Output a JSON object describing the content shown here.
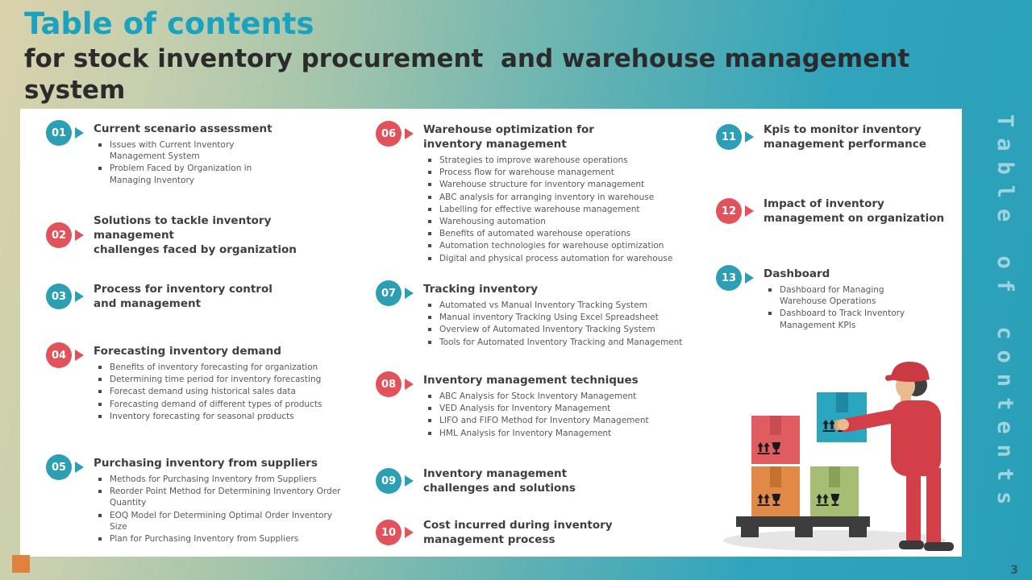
{
  "page": {
    "title": "Table of contents",
    "subtitle": "for stock inventory procurement  and warehouse management\nsystem",
    "side_text": "Table of contents",
    "page_number": "3"
  },
  "colors": {
    "teal_accent": "#2d9fb4",
    "red_accent": "#e2525b",
    "title_teal": "#1ba2be",
    "orange_square": "#e0813c",
    "heading_text": "#3f3f3f",
    "bullet_text": "#595959"
  },
  "icons": {
    "arrow": "right-triangle",
    "bullet": "small-square",
    "fragile": "two-up-arrows-and-glass",
    "illustration": "warehouse-worker-stacking-boxes-on-pallet"
  },
  "toc": {
    "items": [
      {
        "number": "01",
        "color": "teal",
        "title": "Current scenario assessment",
        "bullets": [
          "Issues with Current Inventory Management System",
          "Problem Faced by Organization in Managing Inventory"
        ]
      },
      {
        "number": "02",
        "color": "red",
        "title": "Solutions to tackle inventory management\nchallenges faced by organization",
        "bullets": []
      },
      {
        "number": "03",
        "color": "teal",
        "title": "Process for inventory control\nand management",
        "bullets": []
      },
      {
        "number": "04",
        "color": "red",
        "title": "Forecasting inventory demand",
        "bullets": [
          "Benefits of inventory forecasting for organization",
          "Determining time period for inventory forecasting",
          "Forecast demand using historical sales data",
          "Forecasting demand of different types of products",
          "Inventory forecasting for seasonal products"
        ]
      },
      {
        "number": "05",
        "color": "teal",
        "title": "Purchasing inventory from suppliers",
        "bullets": [
          "Methods for Purchasing Inventory from Suppliers",
          "Reorder Point Method for Determining Inventory Order Quantity",
          "EOQ Model for Determining Optimal Order Inventory Size",
          "Plan for Purchasing Inventory from Suppliers"
        ]
      },
      {
        "number": "06",
        "color": "red",
        "title": "Warehouse optimization for\ninventory management",
        "bullets": [
          "Strategies to improve warehouse operations",
          "Process flow for warehouse management",
          "Warehouse structure for inventory management",
          "ABC analysis for arranging inventory in warehouse",
          "Labelling for effective warehouse management",
          "Warehousing automation",
          "Benefits of automated warehouse operations",
          "Automation technologies for warehouse optimization",
          "Digital and physical process automation for warehouse"
        ]
      },
      {
        "number": "07",
        "color": "teal",
        "title": "Tracking inventory",
        "bullets": [
          "Automated vs Manual Inventory Tracking System",
          "Manual inventory Tracking Using Excel Spreadsheet",
          "Overview of Automated Inventory Tracking System",
          "Tools for Automated Inventory Tracking and Management"
        ]
      },
      {
        "number": "08",
        "color": "red",
        "title": "Inventory management techniques",
        "bullets": [
          "ABC Analysis for Stock Inventory Management",
          "VED Analysis for Inventory Management",
          "LIFO and FIFO Method for Inventory Management",
          "HML Analysis for Inventory Management"
        ]
      },
      {
        "number": "09",
        "color": "teal",
        "title": "Inventory management\nchallenges and solutions",
        "bullets": []
      },
      {
        "number": "10",
        "color": "red",
        "title": "Cost incurred during inventory\nmanagement process",
        "bullets": []
      },
      {
        "number": "11",
        "color": "teal",
        "title": "Kpis to monitor inventory\nmanagement performance",
        "bullets": []
      },
      {
        "number": "12",
        "color": "red",
        "title": "Impact of inventory\nmanagement on organization",
        "bullets": []
      },
      {
        "number": "13",
        "color": "teal",
        "title": "Dashboard",
        "bullets": [
          "Dashboard for Managing Warehouse Operations",
          "Dashboard to Track Inventory Management KPIs"
        ]
      }
    ]
  }
}
